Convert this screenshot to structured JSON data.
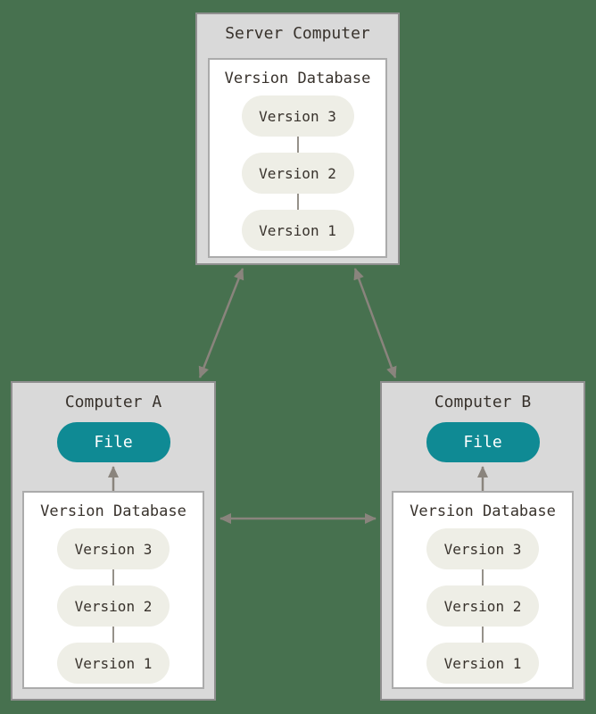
{
  "colors": {
    "background": "#47714F",
    "node_fill": "#D9D9D9",
    "node_border": "#8F8F8F",
    "panel_fill": "#FFFFFF",
    "panel_border": "#ABABAB",
    "version_pill_fill": "#EEEEE6",
    "text_dark": "#38322C",
    "file_pill_fill": "#0F8A94",
    "file_pill_text": "#FFFFFF",
    "arrow": "#8A847D",
    "connector": "#96918A"
  },
  "nodes": {
    "server": {
      "title": "Server Computer",
      "database": {
        "label": "Version Database",
        "versions": [
          "Version 3",
          "Version 2",
          "Version 1"
        ]
      }
    },
    "computer_a": {
      "title": "Computer A",
      "file_label": "File",
      "database": {
        "label": "Version Database",
        "versions": [
          "Version 3",
          "Version 2",
          "Version 1"
        ]
      }
    },
    "computer_b": {
      "title": "Computer B",
      "file_label": "File",
      "database": {
        "label": "Version Database",
        "versions": [
          "Version 3",
          "Version 2",
          "Version 1"
        ]
      }
    }
  }
}
